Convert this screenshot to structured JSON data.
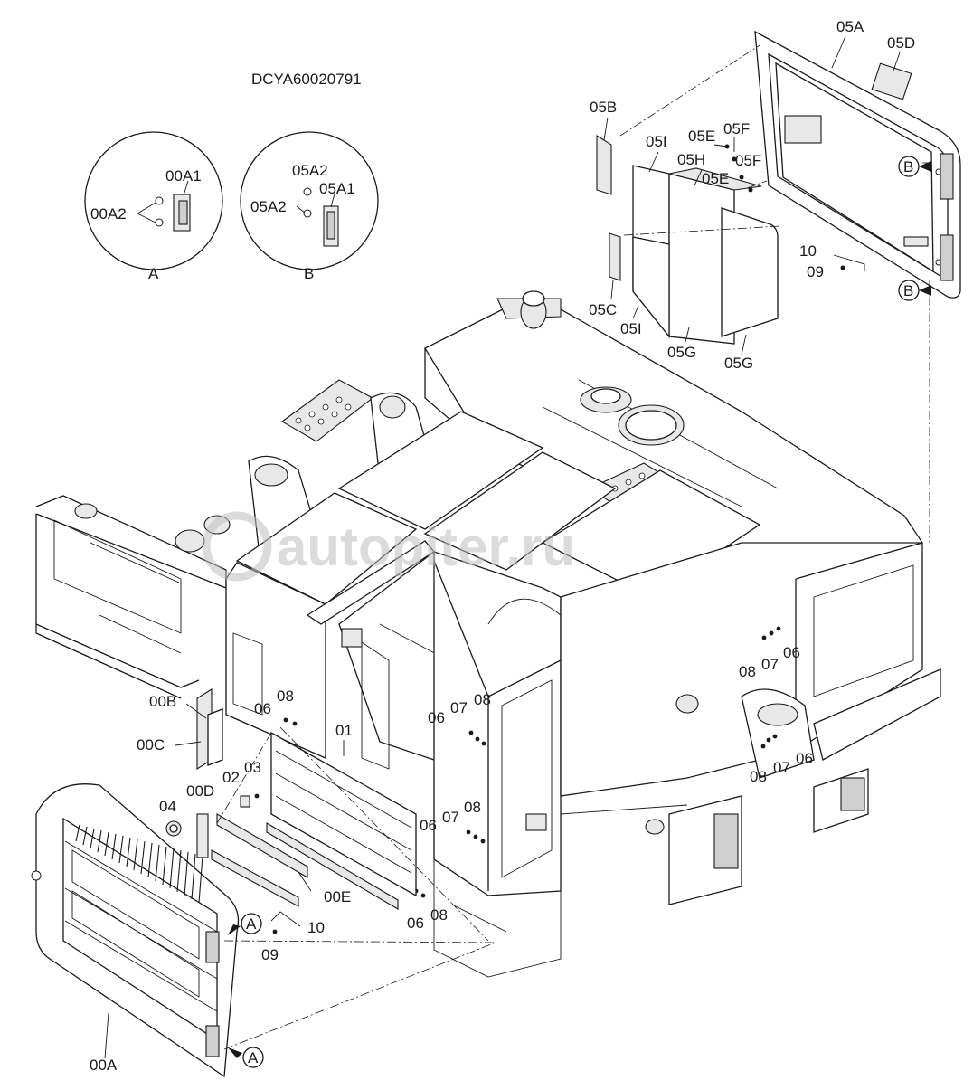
{
  "drawing_number": "DCYA60020791",
  "watermark": "autopiter.ru",
  "details": {
    "a": {
      "letter": "A",
      "labels": [
        "00A1",
        "00A2"
      ]
    },
    "b": {
      "letter": "B",
      "labels": [
        "05A2",
        "05A1",
        "05A2"
      ]
    }
  },
  "callouts": {
    "c05A": "05A",
    "c05D": "05D",
    "c05B": "05B",
    "c05I_top": "05I",
    "c05E_top": "05E",
    "c05F_top": "05F",
    "c05H": "05H",
    "c05F_mid": "05F",
    "c05E_mid": "05E",
    "c05C": "05C",
    "c05I_bot": "05I",
    "c05G_left": "05G",
    "c05G_right": "05G",
    "c10_top": "10",
    "c09_top": "09",
    "cB_top": "B",
    "cB_bot": "B",
    "c06_r1": "06",
    "c07_r1": "07",
    "c08_r1": "08",
    "c06_r2": "06",
    "c07_r2": "07",
    "c08_r2": "08",
    "c00B": "00B",
    "c00C": "00C",
    "c06_l": "06",
    "c08_l": "08",
    "c01": "01",
    "c06_m": "06",
    "c07_m": "07",
    "c08_m": "08",
    "c06_lo": "06",
    "c07_lo": "07",
    "c08_lo": "08",
    "c02": "02",
    "c03": "03",
    "c04": "04",
    "c00D": "00D",
    "c00E": "00E",
    "c06_b": "06",
    "c08_b": "08",
    "cA_1": "A",
    "cA_2": "A",
    "c10_b": "10",
    "c09_b": "09",
    "c00A": "00A"
  }
}
